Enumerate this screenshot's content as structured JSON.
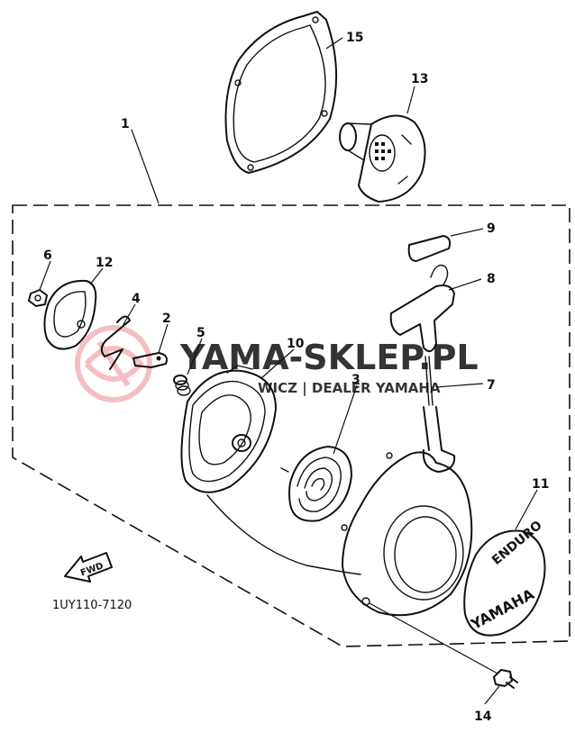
{
  "callouts": {
    "c1": "1",
    "c2": "2",
    "c3": "3",
    "c4": "4",
    "c5": "5",
    "c6": "6",
    "c7": "7",
    "c8": "8",
    "c9": "9",
    "c10": "10",
    "c11": "11",
    "c12": "12",
    "c13": "13",
    "c14": "14",
    "c15": "15"
  },
  "fwd_label": "FWD",
  "part_code": "1UY110-7120",
  "emblem_text": "YAMAHA",
  "emblem_arc_text": "ENDURO",
  "watermark": {
    "title": "YAMA-SKLEP.PL",
    "subtitle": "WICZ | DEALER YAMAHA",
    "color": "#f2a0a8"
  }
}
